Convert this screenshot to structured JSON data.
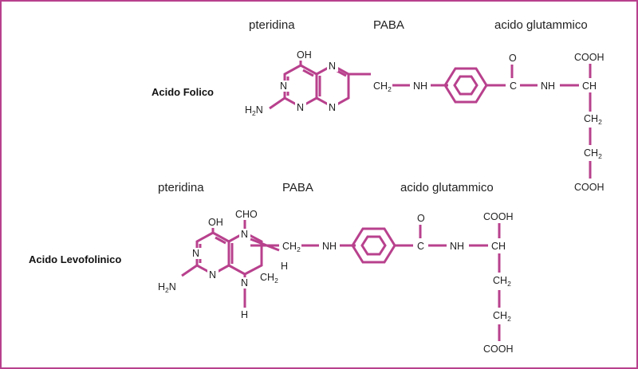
{
  "colors": {
    "bond": "#b8418d",
    "frame": "#b8418d",
    "text": "#222222"
  },
  "folic": {
    "name": "Acido Folico",
    "segments": {
      "pteridine": "pteridina",
      "paba": "PABA",
      "glutamic": "acido glutammico"
    },
    "atoms": {
      "oh": "OH",
      "n": "N",
      "nh2": "H",
      "nh2_sub": "2",
      "nh2_tail": "N",
      "ch2": "CH",
      "ch2_sub": "2",
      "nh": "NH",
      "o": "O",
      "c": "C",
      "nh_amide": "NH",
      "ch": "CH",
      "cooh_top": "COOH",
      "ch2a": "CH",
      "ch2a_sub": "2",
      "ch2b": "CH",
      "ch2b_sub": "2",
      "cooh_bottom": "COOH"
    }
  },
  "levofolinic": {
    "name": "Acido Levofolinico",
    "segments": {
      "pteridine": "pteridina",
      "paba": "PABA",
      "glutamic": "acido glutammico"
    },
    "atoms": {
      "oh": "OH",
      "cho": "CHO",
      "n": "N",
      "h": "H",
      "nh2": "H",
      "nh2_sub": "2",
      "nh2_tail": "N",
      "ch2_ring": "CH",
      "ch2_ring_sub": "2",
      "ch2": "CH",
      "ch2_sub": "2",
      "nh": "NH",
      "o": "O",
      "c": "C",
      "nh_amide": "NH",
      "ch": "CH",
      "cooh_top": "COOH",
      "ch2a": "CH",
      "ch2a_sub": "2",
      "ch2b": "CH",
      "ch2b_sub": "2",
      "cooh_bottom": "COOH"
    }
  }
}
